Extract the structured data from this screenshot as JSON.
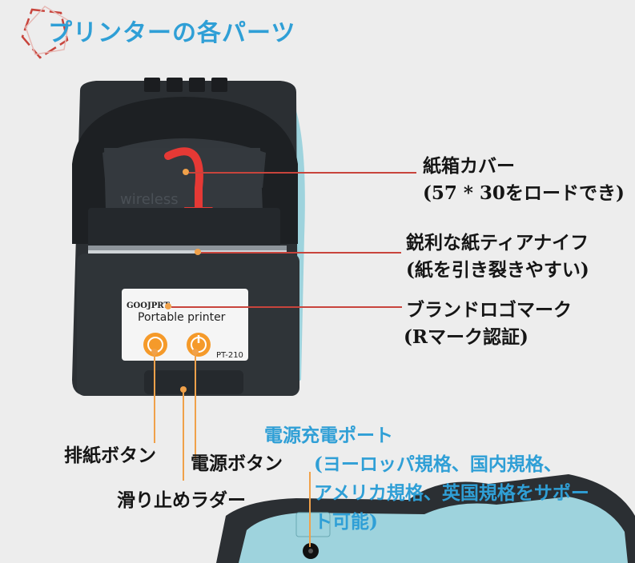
{
  "title": "プリンターの各パーツ",
  "printer": {
    "brand": "GOOJPRT",
    "product": "Portable printer",
    "model": "PT-210",
    "lid_text": "wireless"
  },
  "callouts": {
    "cover_line1": "紙箱カバー",
    "cover_line2": "(57 * 30をロードでき)",
    "cutter_line1": "鋭利な紙ティアナイフ",
    "cutter_line2": "(紙を引き裂きやすい)",
    "logo_line1": "ブランドロゴマーク",
    "logo_line2": "(Rマーク認証)",
    "paper_button": "排紙ボタン",
    "power_button": "電源ボタン",
    "ladder": "滑り止めラダー",
    "port_title": "電源充電ポート",
    "port_desc1": "(ヨーロッパ規格、国内規格、",
    "port_desc2": "アメリカ規格、英国規格をサポー",
    "port_desc3": "ト可能)"
  },
  "colors": {
    "title": "#2f9fd6",
    "leader_red": "#c8443c",
    "leader_orange": "#f0a14a",
    "printer_body": "#2b2f33",
    "printer_side": "#9ed3dd"
  }
}
